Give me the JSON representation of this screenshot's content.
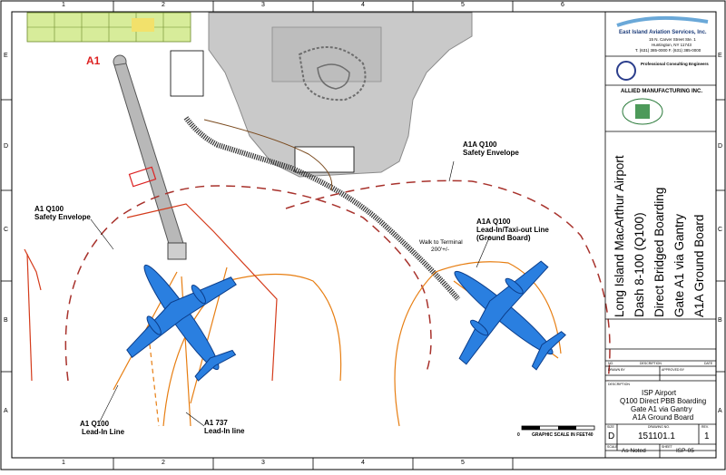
{
  "sheet": {
    "columns": [
      "1",
      "2",
      "3",
      "4",
      "5",
      "6"
    ],
    "rows": [
      "E",
      "D",
      "C",
      "B",
      "A"
    ]
  },
  "labels": {
    "gate": "A1",
    "a1a_safety": [
      "A1A Q100",
      "Safety Envelope"
    ],
    "a1_safety": [
      "A1 Q100",
      "Safety Envelope"
    ],
    "a1a_leadin": [
      "A1A Q100",
      "Lead-In/Taxi-out Line",
      "(Ground Board)"
    ],
    "walk": [
      "Walk to Terminal",
      "200'+/-"
    ],
    "a1_leadin": [
      "A1 Q100",
      "Lead-In Line"
    ],
    "a1_737": [
      "A1 737",
      "Lead-In line"
    ],
    "scale_text": "GRAPHIC SCALE IN FEET",
    "scale_start": "0",
    "scale_end": "40"
  },
  "titleblock": {
    "company1": "East Island Aviation Services, Inc.",
    "company1_addr": [
      "15 N. Carver Street Ste. 1",
      "Huntington, NY 11743",
      "T. (631) 385-0000  F. (631) 385-0000"
    ],
    "company2": "Professional Consulting Engineers",
    "company3": "ALLIED MANUFACTURING INC.",
    "project_title": [
      "Long Island MacArthur Airport",
      "Dash 8-100 (Q100)",
      "Direct Bridged Boarding",
      "Gate A1 via Gantry",
      "A1A Ground Board"
    ],
    "rev_no": "NO.",
    "rev_desc_hdr": "DESCRIPTION",
    "rev_date_hdr": "DATE",
    "drawn_by": "DRAWN BY",
    "approved_by": "APPROVED BY",
    "description_hdr": "DESCRIPTION",
    "description": [
      "ISP Airport",
      "Q100 Direct PBB Boarding",
      "Gate A1 via Gantry",
      "A1A Ground Board"
    ],
    "size_label": "SIZE",
    "size": "D",
    "drawing_no_label": "DRAWING NO.",
    "drawing_no": "151101.1",
    "rev_label": "REV.",
    "rev": "1",
    "scale_label": "SCALE",
    "scale": "As Noted",
    "sheet_label": "SHEET",
    "sheet": "ISP-05"
  }
}
